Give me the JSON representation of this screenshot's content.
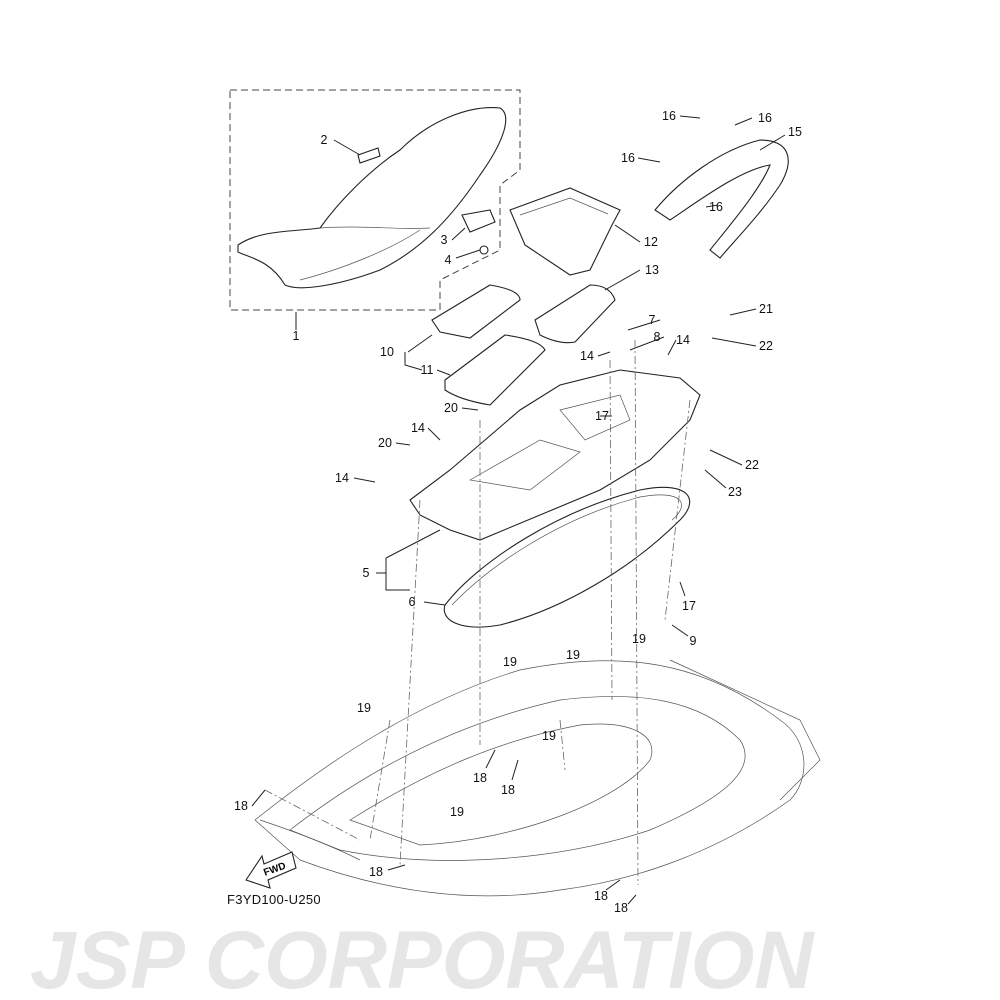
{
  "diagram": {
    "watermark": "JSP CORPORATION",
    "figure_code": "F3YD100-U250",
    "fwd_label": "FWD",
    "callouts": [
      "1",
      "2",
      "3",
      "4",
      "5",
      "6",
      "7",
      "8",
      "9",
      "10",
      "11",
      "12",
      "13",
      "14",
      "14",
      "14",
      "14",
      "15",
      "16",
      "16",
      "16",
      "16",
      "17",
      "17",
      "18",
      "18",
      "18",
      "18",
      "18",
      "18",
      "19",
      "19",
      "19",
      "19",
      "19",
      "19",
      "20",
      "20",
      "21",
      "22",
      "22",
      "23"
    ]
  }
}
